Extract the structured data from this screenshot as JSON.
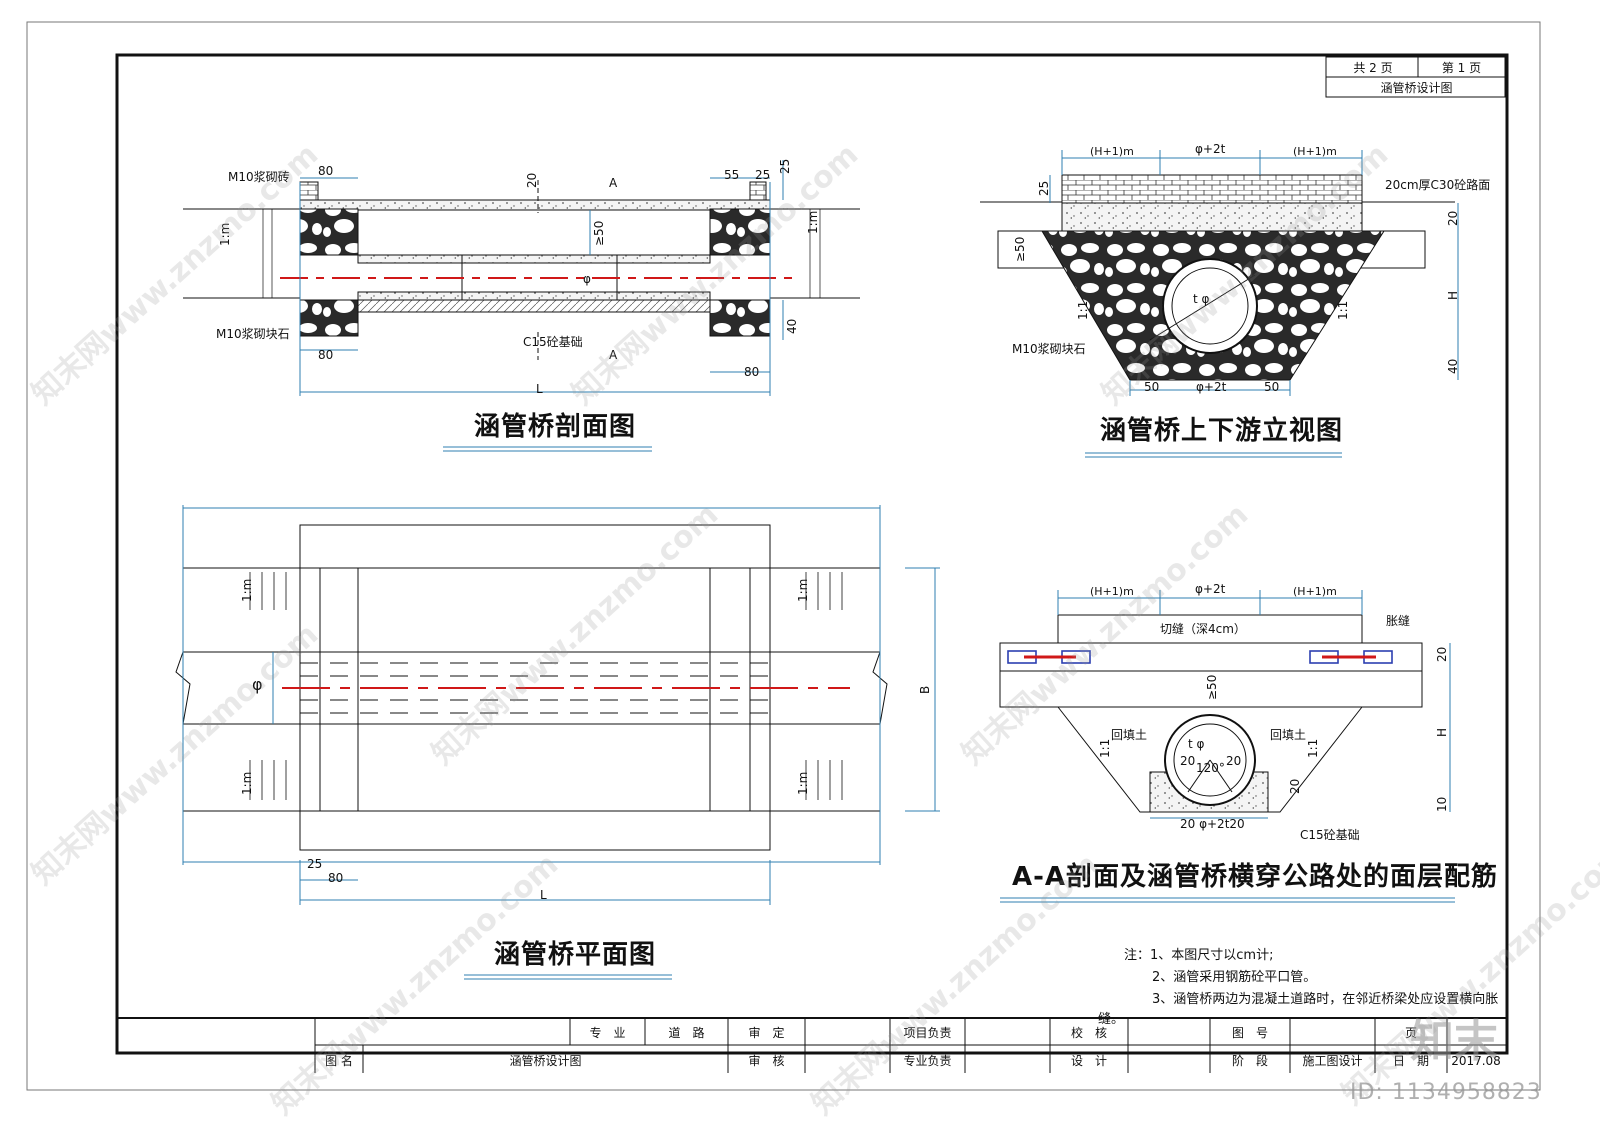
{
  "sheet_header": {
    "total_pages": "共  2  页",
    "page_no": "第  1  页",
    "drawing_name": "涵管桥设计图"
  },
  "views": {
    "section": {
      "title": "涵管桥剖面图",
      "labels": {
        "m10_brick": "M10浆砌砖",
        "m10_stone": "M10浆砌块石",
        "c15_base": "C15砼基础",
        "dim_80_top": "80",
        "dim_55": "55",
        "dim_25_a": "25",
        "dim_25_b": "25",
        "dim_20": "20",
        "section_a_top": "A",
        "section_a_bot": "A",
        "dim_ge50": "≥50",
        "phi": "φ",
        "slope_left": "1:m",
        "slope_right": "1:m",
        "dim_40": "40",
        "dim_80_bl": "80",
        "dim_80_br": "80",
        "dim_L": "L"
      }
    },
    "elevation": {
      "title": "涵管桥上下游立视图",
      "labels": {
        "h1_left": "(H+1)m",
        "phi2t": "φ+2t",
        "h1_right": "(H+1)m",
        "pavement": "20cm厚C30砼路面",
        "dim_25": "25",
        "dim_20": "20",
        "dim_ge50": "≥50",
        "dim_H": "H",
        "dim_40": "40",
        "t_phi": "t  φ",
        "slope_left": "1:1",
        "slope_right": "1:1",
        "m10_stone": "M10浆砌块石",
        "dim_50_l": "50",
        "dim_phi2t_bot": "φ+2t",
        "dim_50_r": "50"
      }
    },
    "plan": {
      "title": "涵管桥平面图",
      "labels": {
        "phi": "φ",
        "dim_B": "B",
        "slope_tl": "1:m",
        "slope_bl": "1:m",
        "slope_tr": "1:m",
        "slope_br": "1:m",
        "dim_25": "25",
        "dim_80": "80",
        "dim_L": "L"
      }
    },
    "aa": {
      "title": "A-A剖面及涵管桥横穿公路处的面层配筋",
      "labels": {
        "h1_left": "(H+1)m",
        "phi2t": "φ+2t",
        "h1_right": "(H+1)m",
        "cut_joint": "切缝（深4cm）",
        "expansion_joint": "胀缝",
        "dim_20": "20",
        "dim_ge50": "≥50",
        "dim_H": "H",
        "dim_20b": "20",
        "dim_10": "10",
        "backfill_l": "回填土",
        "backfill_r": "回填土",
        "t_phi": "t  φ",
        "dim_20_l": "20",
        "angle": "120°",
        "dim_20_r": "20",
        "slope_l": "1:1",
        "slope_r": "1:1",
        "bottom_dims": "20  φ+2t20",
        "c15_base": "C15砼基础"
      }
    }
  },
  "notes": {
    "line1": "注：1、本图尺寸以cm计;",
    "line2": "2、涵管采用钢筋砼平口管。",
    "line3": "3、涵管桥两边为混凝土道路时，在邻近桥梁处应设置横向胀",
    "line3b": "缝。"
  },
  "title_block": {
    "major_label": "专　业",
    "major_value": "道　路",
    "approve_label": "审　定",
    "project_lead_label": "项目负责",
    "check_label": "校　核",
    "drawing_no_label": "图　号",
    "page_label": "页",
    "name_label": "图 名",
    "name_value": "涵管桥设计图",
    "review_label": "审　核",
    "discipline_lead_label": "专业负责",
    "design_label": "设　计",
    "stage_label": "阶　段",
    "stage_value": "施工图设计",
    "date_label": "日　期",
    "date_value": "2017.08"
  },
  "watermarks": {
    "text": "知末网www.znzmo.com",
    "brand": "知末",
    "id": "ID: 1134958823"
  },
  "colors": {
    "line": "#111111",
    "dim": "#2f7fb0",
    "center": "#d01818",
    "joint_blue": "#2c3fb0"
  }
}
